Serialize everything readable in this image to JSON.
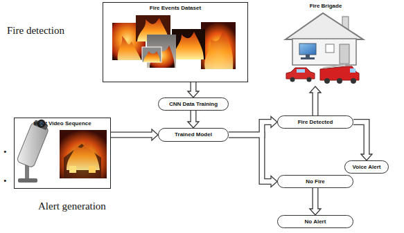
{
  "diagram": {
    "nodes": [
      {
        "text": [
          "Fire Events Dataset"
        ]
      },
      {
        "text": [
          "Fire Brigade"
        ]
      },
      {
        "text": [
          "Input Video Sequence"
        ]
      },
      {
        "text": [
          "CNN Data Training"
        ]
      },
      {
        "text": [
          "Trained Model"
        ]
      },
      {
        "text": [
          "Fire Detected"
        ]
      },
      {
        "text": [
          "Voice Alert"
        ]
      },
      {
        "text": [
          "No Fire"
        ]
      },
      {
        "text": [
          "No Alert"
        ]
      }
    ],
    "edges": [
      {
        "from": 0,
        "to": 3,
        "arrow": "to"
      },
      {
        "from": 3,
        "to": 4,
        "arrow": "to"
      },
      {
        "from": 2,
        "to": 4,
        "arrow": "to"
      },
      {
        "from": 4,
        "to": 5,
        "arrow": "to"
      },
      {
        "from": 4,
        "to": 7,
        "arrow": "to"
      },
      {
        "from": 5,
        "to": 1,
        "arrow": "to"
      },
      {
        "from": 5,
        "to": 6,
        "arrow": "to"
      },
      {
        "from": 7,
        "to": 8,
        "arrow": "to"
      }
    ],
    "labels": [
      "Fire detection",
      "•",
      "•",
      "Alert generation"
    ]
  }
}
